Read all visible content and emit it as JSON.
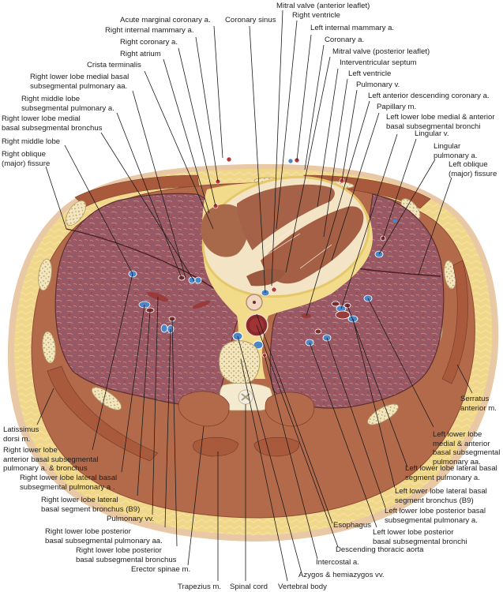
{
  "figure": {
    "subject": "Axial cross-section of the thorax at the level of the heart ventricles",
    "colors": {
      "background": "#ffffff",
      "skin": "#e9c8a6",
      "fat": "#f0d78a",
      "fat_light": "#f6e6a8",
      "muscle": "#b56a4a",
      "muscle_dark": "#8f4a33",
      "lung": "#9d5a62",
      "lung_dark": "#7e4450",
      "pericardium": "#f2e2c4",
      "heart_muscle": "#a8694b",
      "bone": "#f1e6bf",
      "bone_spots": "#c4a55a",
      "vein": "#4a86c8",
      "artery": "#b7393b",
      "leader": "#1a1a1a",
      "label_text": "#1e1e1e"
    }
  },
  "labels": {
    "top": [
      {
        "text": "Acute marginal coronary a."
      },
      {
        "text": "Right internal mammary a."
      },
      {
        "text": "Right coronary a."
      },
      {
        "text": "Right atrium"
      },
      {
        "text": "Crista terminalis"
      },
      {
        "text": "Right lower lobe medial basal\nsubsegmental pulmonary aa."
      },
      {
        "text": "Right middle lobe\nsubsegmental pulmonary a."
      },
      {
        "text": "Right lower lobe medial\nbasal subsegmental bronchus"
      },
      {
        "text": "Right middle lobe"
      },
      {
        "text": "Right oblique\n(major) fissure"
      },
      {
        "text": "Coronary sinus"
      },
      {
        "text": "Mitral valve (anterior leaflet)"
      },
      {
        "text": "Right ventricle"
      },
      {
        "text": "Left internal mammary a."
      },
      {
        "text": "Coronary a."
      },
      {
        "text": "Mitral valve (posterior leaflet)"
      },
      {
        "text": "Interventricular septum"
      },
      {
        "text": "Left ventricle"
      },
      {
        "text": "Pulmonary v."
      },
      {
        "text": "Left anterior descending coronary a."
      },
      {
        "text": "Papillary m."
      },
      {
        "text": "Left lower lobe medial & anterior\nbasal subsegmental bronchi"
      },
      {
        "text": "Lingular v."
      },
      {
        "text": "Lingular\npulmonary a."
      },
      {
        "text": "Left oblique\n(major) fissure"
      }
    ],
    "left_bottom": [
      {
        "text": "Latissimus\ndorsi m."
      },
      {
        "text": "Right lower lobe\nanterior basal subsegmental\npulmonary a. & bronchus"
      },
      {
        "text": "Right lower lobe lateral basal\nsubsegmental pulmonary a ."
      },
      {
        "text": "Right lower lobe lateral\nbasal segment bronchus (B9)"
      },
      {
        "text": "Pulmonary vv."
      },
      {
        "text": "Right lower lobe posterior\nbasal subsegmental pulmonary aa."
      },
      {
        "text": "Right lower lobe posterior\nbasal subsegmental bronchus"
      },
      {
        "text": "Erector spinae m."
      },
      {
        "text": "Trapezius m."
      },
      {
        "text": "Spinal cord"
      },
      {
        "text": "Vertebral body"
      }
    ],
    "right_bottom": [
      {
        "text": "Serratus\nanterior m."
      },
      {
        "text": "Left lower lobe\nmedial & anterior\nbasal subsegmental\npulmonary aa."
      },
      {
        "text": "Left lower lobe lateral basal\nsegment pulmonary a."
      },
      {
        "text": "Left lower lobe lateral basal\nsegment bronchus (B9)"
      },
      {
        "text": "Left lower lobe posterior basal\nsubsegmental pulmonary a."
      },
      {
        "text": "Esophagus"
      },
      {
        "text": "Left lower lobe posterior\nbasal subsegmental bronchi"
      },
      {
        "text": "Descending thoracic aorta"
      },
      {
        "text": "Intercostal a."
      },
      {
        "text": "Azygos & hemiazygos vv."
      }
    ]
  }
}
